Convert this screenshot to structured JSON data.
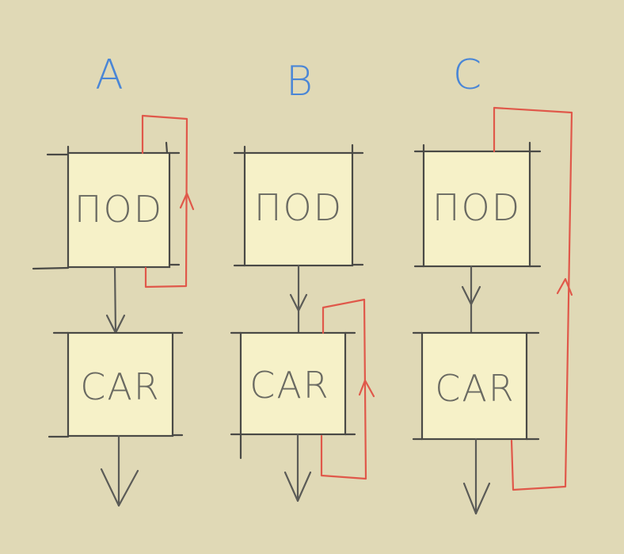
{
  "columns": [
    {
      "id": "a",
      "label": "A",
      "top_box": "ПОD",
      "bottom_box": "CAR",
      "feedback_from": "top_box",
      "feedback_to": "top_box"
    },
    {
      "id": "b",
      "label": "B",
      "top_box": "ПОD",
      "bottom_box": "CAR",
      "feedback_from": "bottom_box",
      "feedback_to": "bottom_box"
    },
    {
      "id": "c",
      "label": "C",
      "top_box": "ПОD",
      "bottom_box": "CAR",
      "feedback_from": "bottom_box",
      "feedback_to": "top_box"
    }
  ],
  "colors": {
    "background": "#e0d9b6",
    "box_fill": "#f6f1c8",
    "box_stroke": "#4a4a46",
    "label": "#4a86d6",
    "flow_arrow": "#5b5b57",
    "feedback_arrow": "#e0584a"
  }
}
